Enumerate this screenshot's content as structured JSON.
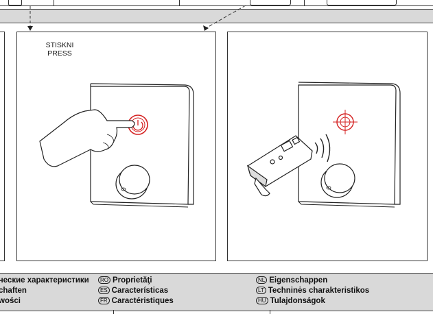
{
  "panel_left": {
    "instruction_line1": "STISKNI",
    "instruction_line2": "PRESS"
  },
  "properties": {
    "col1": [
      "ческие характеристики",
      "chaften",
      "wości"
    ],
    "col2": [
      {
        "code": "RO",
        "label": "Proprietăţi"
      },
      {
        "code": "ES",
        "label": "Características"
      },
      {
        "code": "FR",
        "label": "Caractéristiques"
      }
    ],
    "col3": [
      {
        "code": "NL",
        "label": "Eigenschappen"
      },
      {
        "code": "LT",
        "label": "Techninės charakteristikos"
      },
      {
        "code": "HU",
        "label": "Tulajdonságok"
      }
    ]
  },
  "colors": {
    "highlight": "#d42020",
    "band": "#d9d9d9",
    "line": "#333333"
  }
}
